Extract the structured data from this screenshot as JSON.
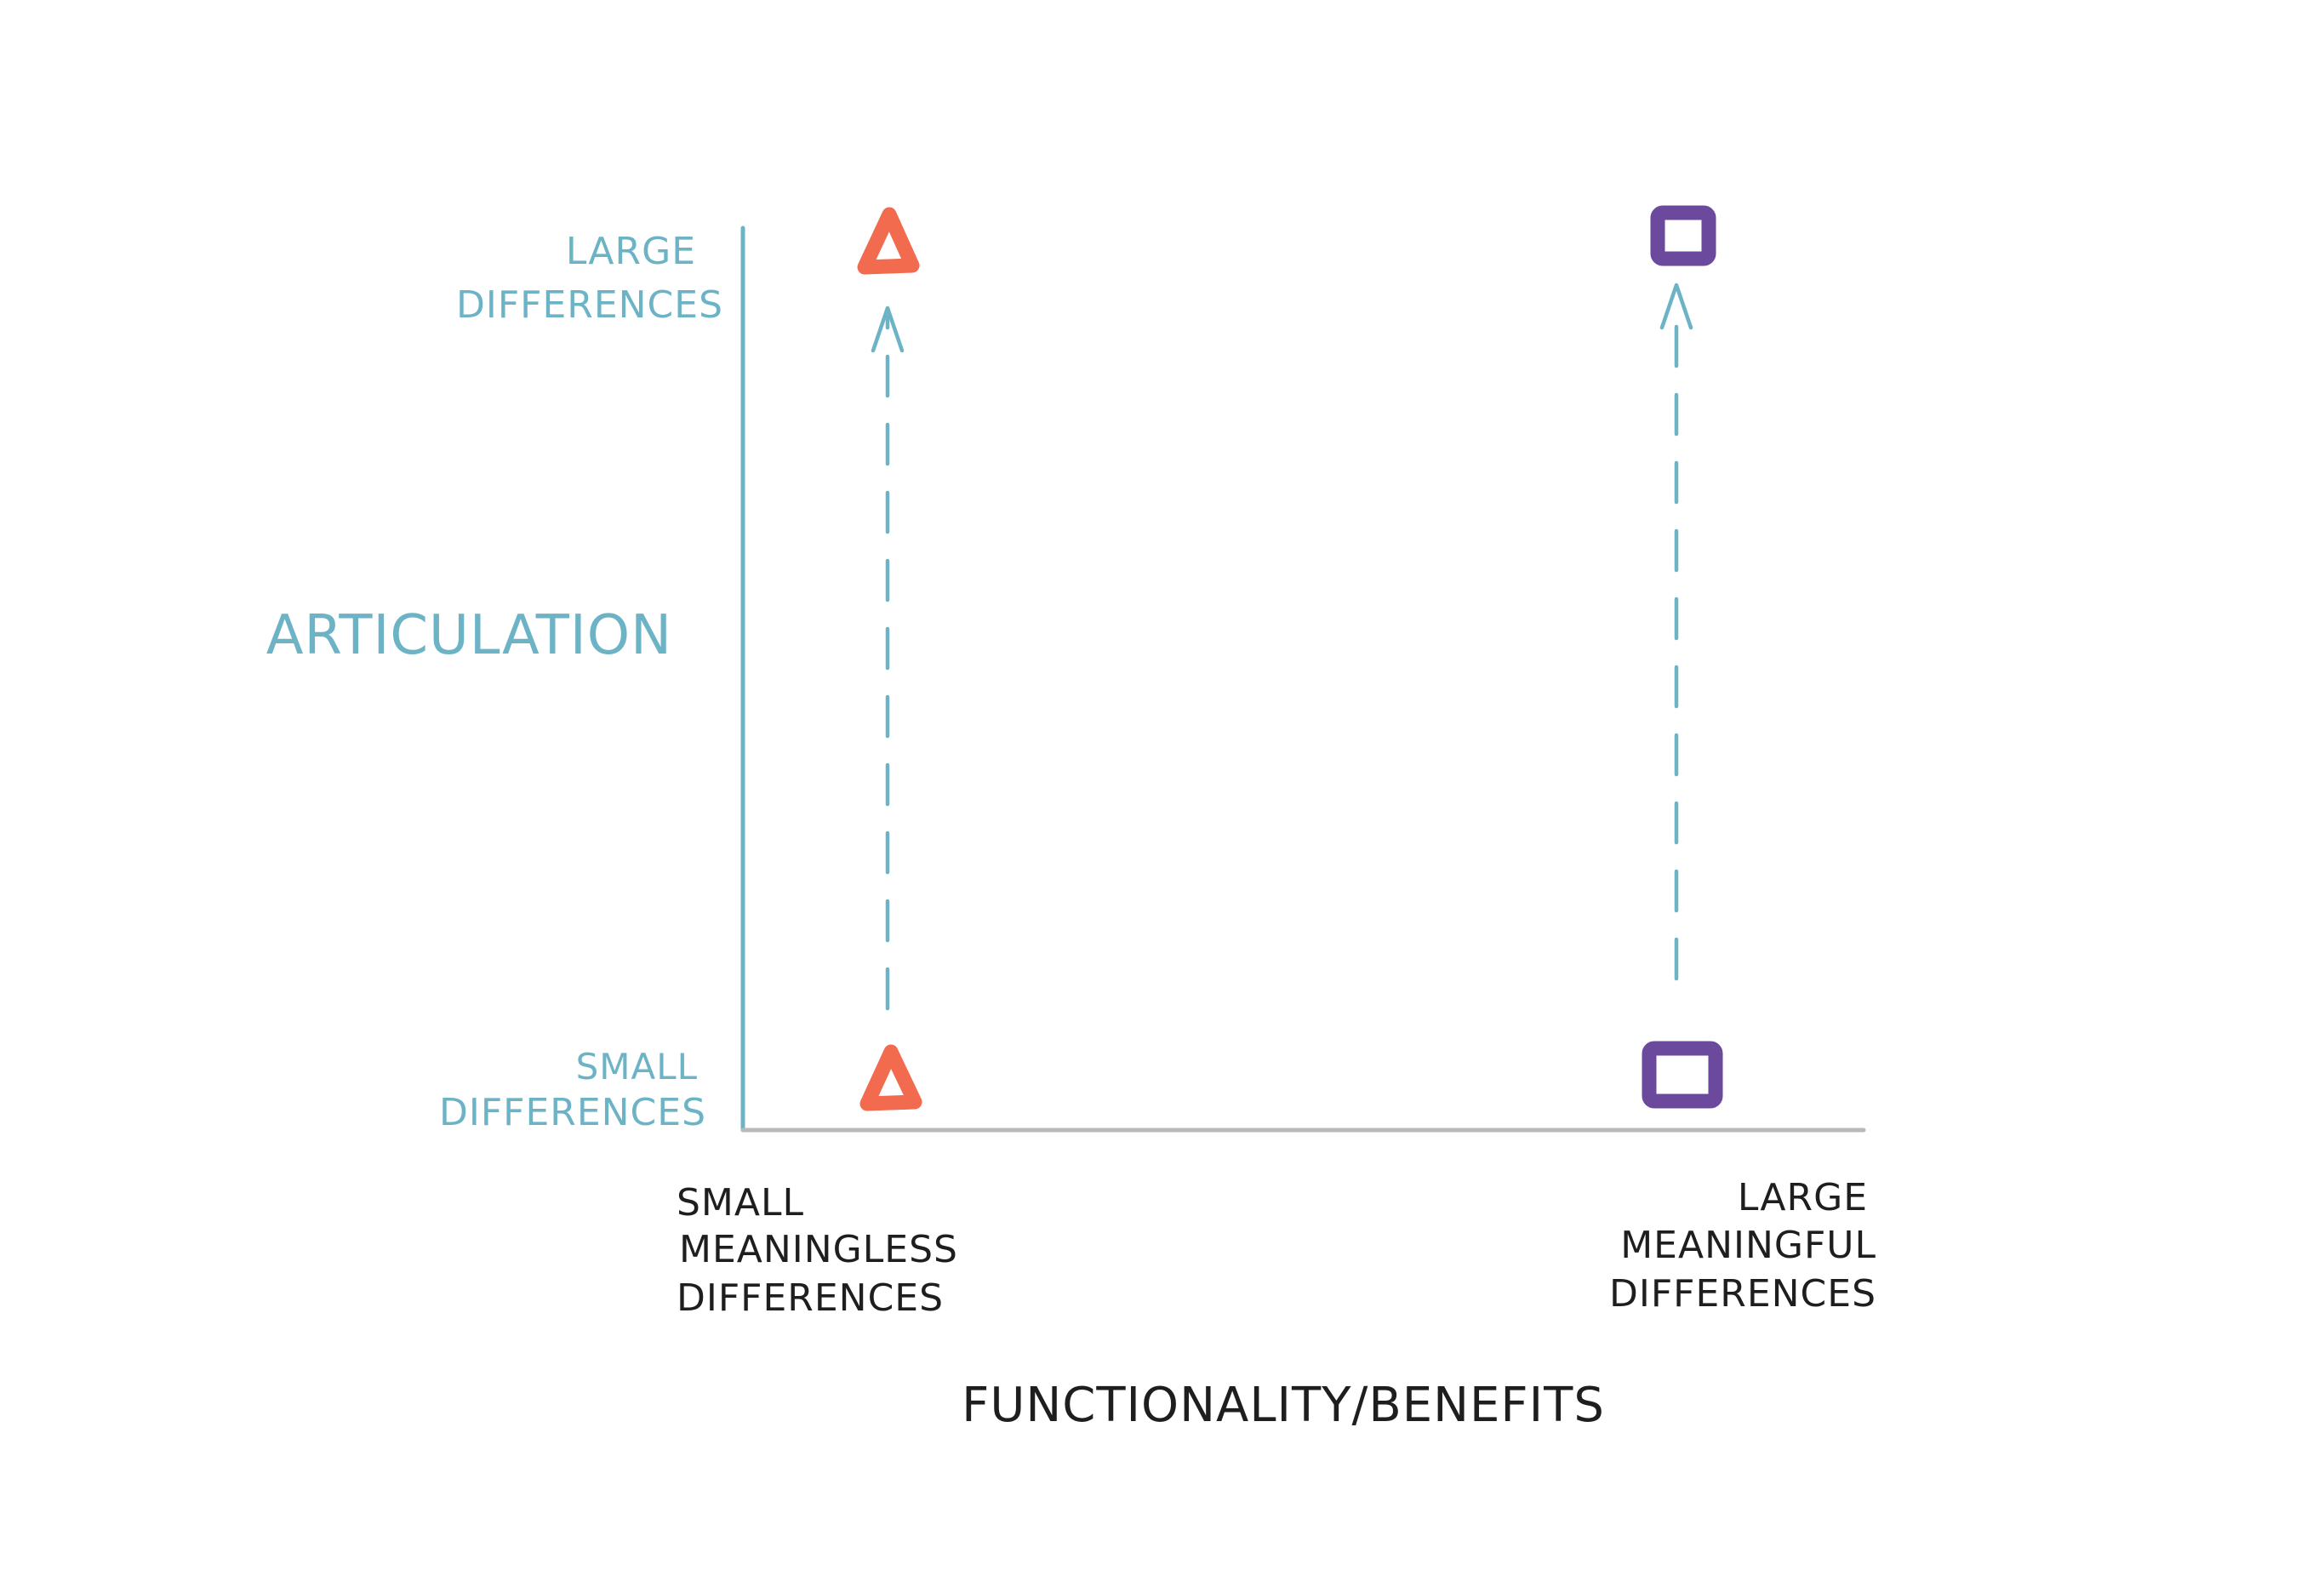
{
  "diagram": {
    "y_axis": {
      "title": "ARTICULATION",
      "top_label": [
        "LARGE",
        "DIFFERENCES"
      ],
      "bottom_label": [
        "SMALL",
        "DIFFERENCES"
      ]
    },
    "x_axis": {
      "title": "FUNCTIONALITY/BENEFITS",
      "left_label": [
        "SMALL",
        "MEANINGLESS",
        "DIFFERENCES"
      ],
      "right_label": [
        "LARGE",
        "MEANINGFUL",
        "DIFFERENCES"
      ]
    },
    "markers": [
      {
        "shape": "triangle",
        "color": "#f26b4f",
        "position": "small-meaningless / small-differences"
      },
      {
        "shape": "triangle",
        "color": "#f26b4f",
        "position": "small-meaningless / large-differences"
      },
      {
        "shape": "square",
        "color": "#6b4a9e",
        "position": "large-meaningful / small-differences"
      },
      {
        "shape": "square",
        "color": "#6b4a9e",
        "position": "large-meaningful / large-differences"
      }
    ],
    "colors": {
      "axis_blue": "#6cb3c6",
      "axis_gray": "#b9b9b9",
      "text_black": "#1e1e1e",
      "triangle": "#f26b4f",
      "square": "#6b4a9e"
    }
  }
}
